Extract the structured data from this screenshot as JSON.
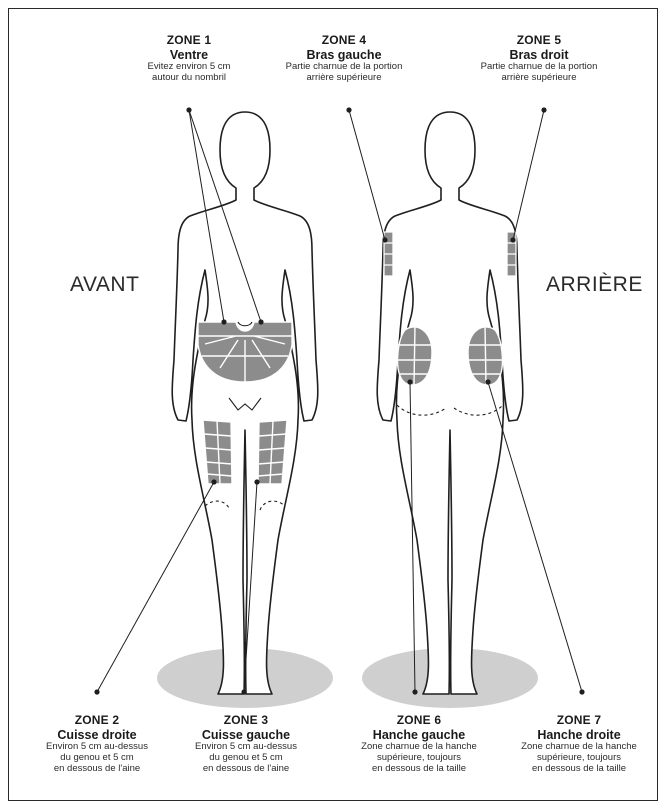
{
  "sides": {
    "front": "AVANT",
    "back": "ARRIÈRE"
  },
  "zones": {
    "z1": {
      "title": "ZONE 1",
      "name": "Ventre",
      "desc": [
        "Evitez environ 5 cm",
        "autour du nombril"
      ]
    },
    "z2": {
      "title": "ZONE 2",
      "name": "Cuisse droite",
      "desc": [
        "Environ 5 cm au-dessus",
        "du genou et 5 cm",
        "en dessous de l'aine"
      ]
    },
    "z3": {
      "title": "ZONE 3",
      "name": "Cuisse gauche",
      "desc": [
        "Environ 5 cm au-dessus",
        "du genou et 5 cm",
        "en dessous de l'aine"
      ]
    },
    "z4": {
      "title": "ZONE 4",
      "name": "Bras gauche",
      "desc": [
        "Partie charnue de la portion",
        "arrière supérieure"
      ]
    },
    "z5": {
      "title": "ZONE 5",
      "name": "Bras droit",
      "desc": [
        "Partie charnue de la portion",
        "arrière supérieure"
      ]
    },
    "z6": {
      "title": "ZONE 6",
      "name": "Hanche gauche",
      "desc": [
        "Zone charnue de la hanche",
        "supérieure, toujours",
        "en dessous de la taille"
      ]
    },
    "z7": {
      "title": "ZONE 7",
      "name": "Hanche droite",
      "desc": [
        "Zone charnue de la hanche",
        "supérieure, toujours",
        "en dessous de la taille"
      ]
    }
  },
  "colors": {
    "zone_fill": "#8c8c8c",
    "floor": "#cfcfcf",
    "line": "#1f1f1f"
  }
}
